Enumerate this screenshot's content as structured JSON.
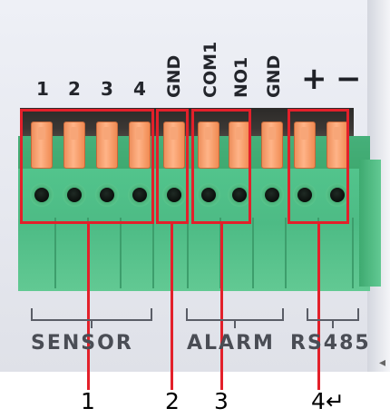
{
  "pin_numbers": [
    "1",
    "2",
    "3",
    "4"
  ],
  "pin_names": [
    "GND",
    "COM1",
    "NO1",
    "GND"
  ],
  "power_symbols": {
    "plus": "+",
    "minus": "−"
  },
  "group_labels": {
    "sensor": "SENSOR",
    "alarm": "ALARM",
    "rs485": "RS485"
  },
  "callout_numbers": [
    "1",
    "2",
    "3",
    "4↵"
  ],
  "colors": {
    "highlight": "#e3202a",
    "terminal_green": "#52c48c",
    "lever_orange": "#ff9d66"
  }
}
